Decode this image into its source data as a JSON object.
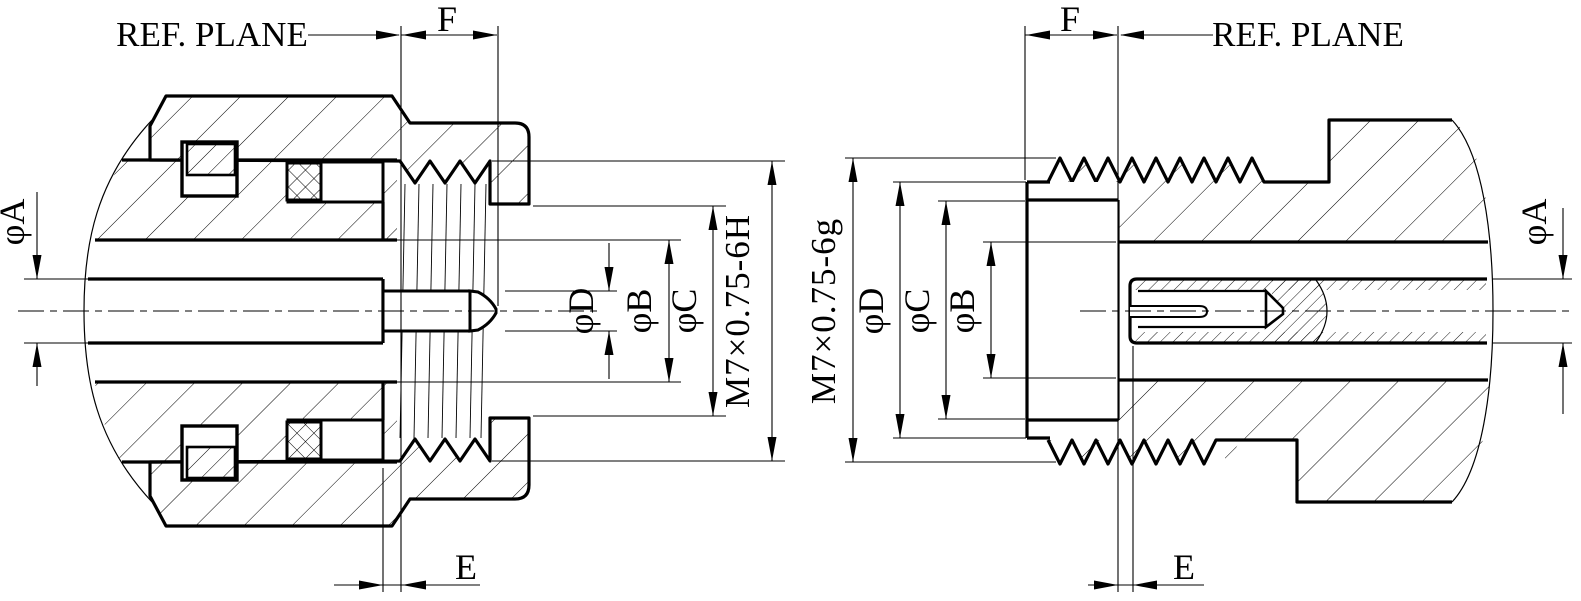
{
  "colors": {
    "background": "#ffffff",
    "line": "#000000"
  },
  "left_view": {
    "ref_plane_label": "REF. PLANE",
    "dim_f_label": "F",
    "dim_e_label": "E",
    "dim_phi_a_label": "φA",
    "dim_phi_b_label": "φB",
    "dim_phi_c_label": "φC",
    "dim_phi_d_label": "φD",
    "thread_spec_label": "M7×0.75-6H"
  },
  "right_view": {
    "ref_plane_label": "REF. PLANE",
    "dim_f_label": "F",
    "dim_e_label": "E",
    "dim_phi_a_label": "φA",
    "dim_phi_b_label": "φB",
    "dim_phi_c_label": "φC",
    "dim_phi_d_label": "φD",
    "thread_spec_label": "M7×0.75-6g"
  }
}
